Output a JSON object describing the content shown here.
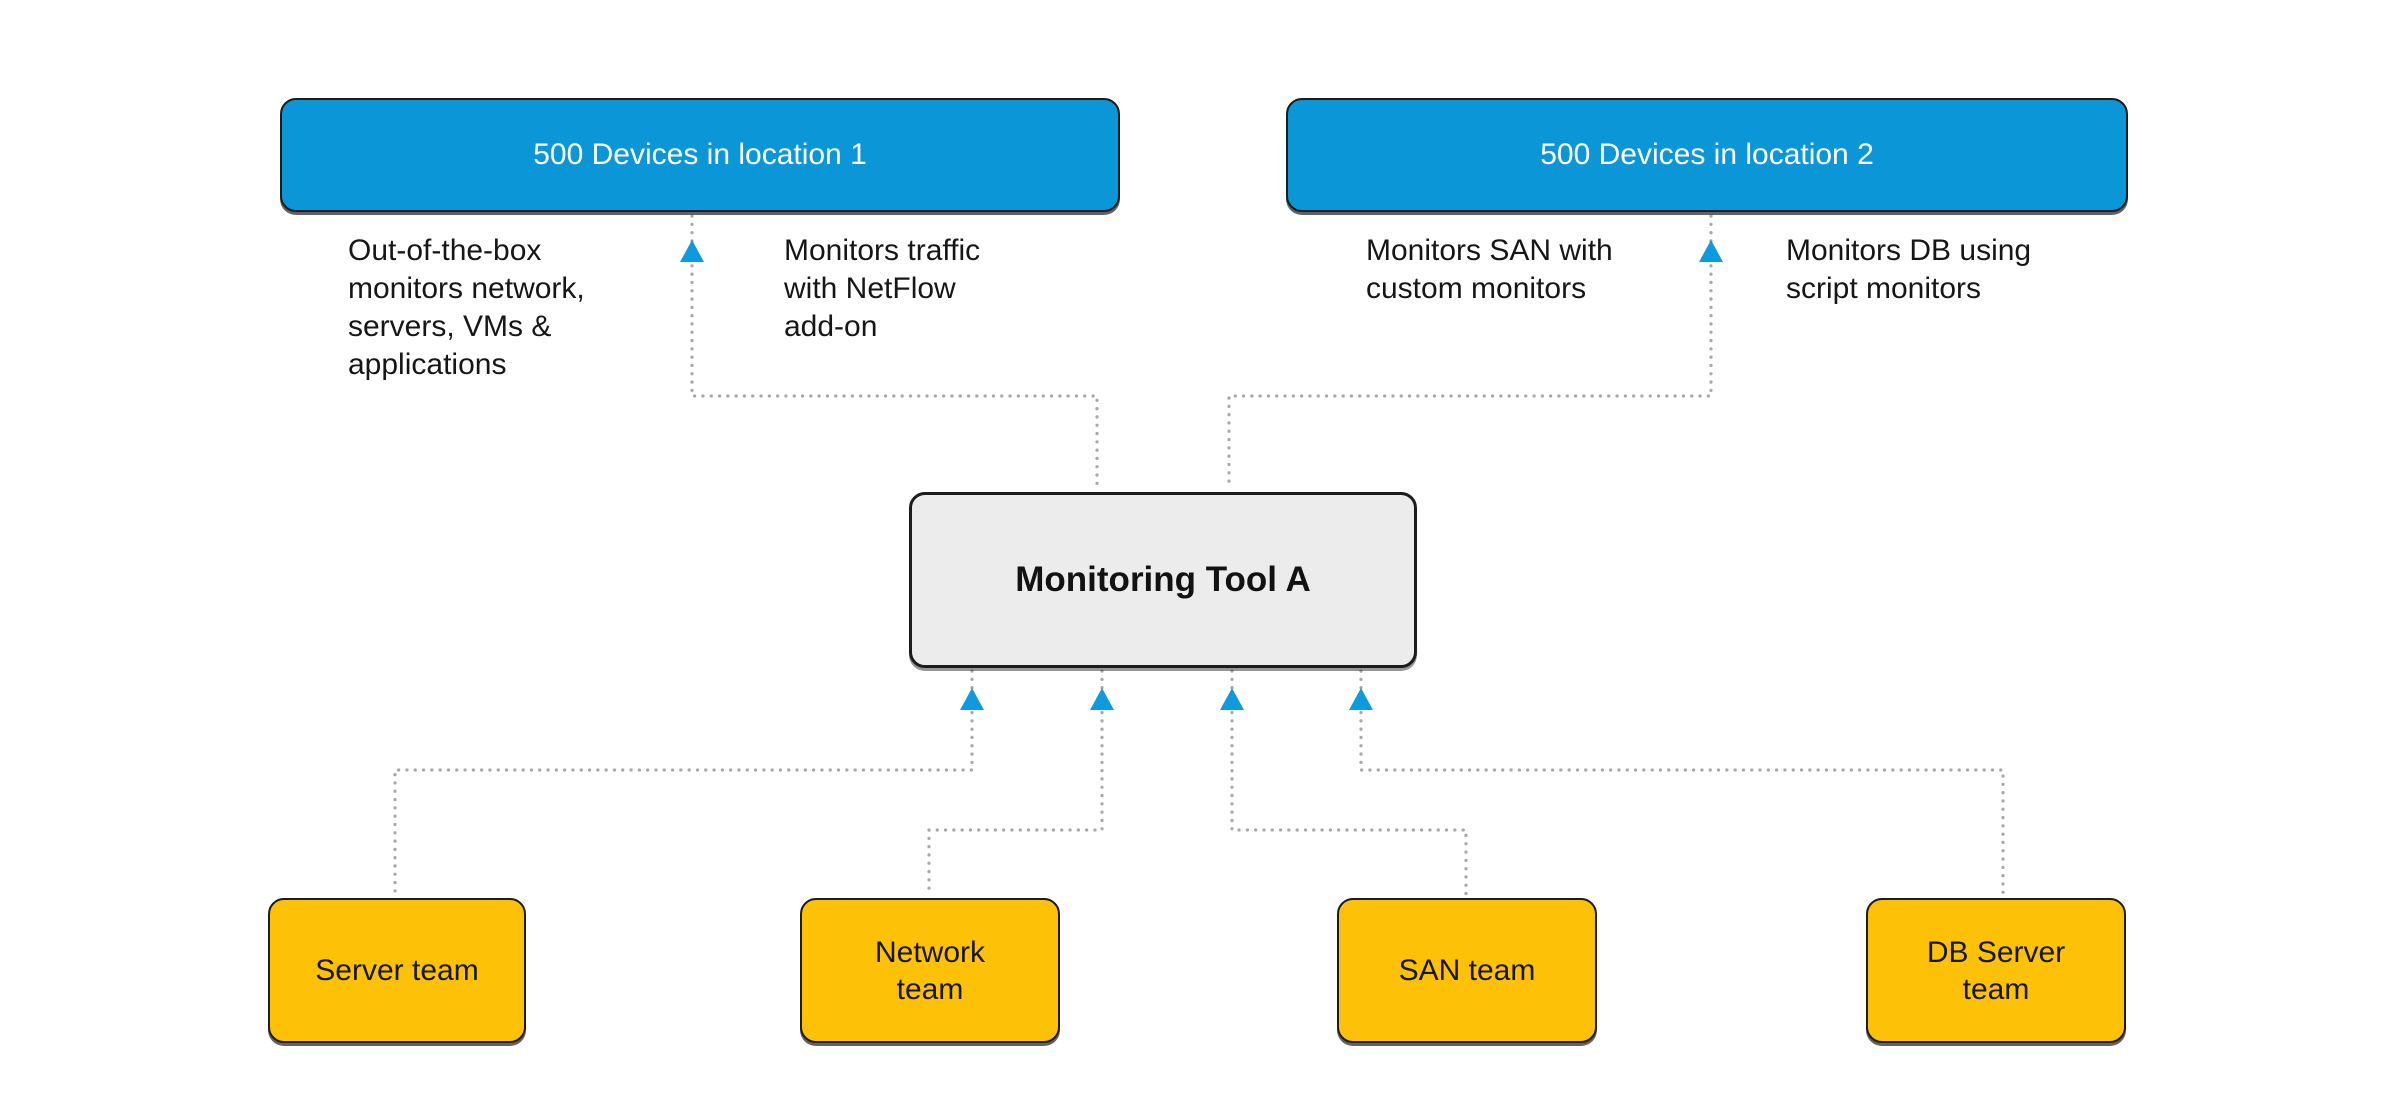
{
  "diagram": {
    "location_boxes": [
      {
        "label": "500 Devices in location 1"
      },
      {
        "label": "500 Devices in location 2"
      }
    ],
    "annotations": [
      {
        "text": "Out-of-the-box\nmonitors network,\nservers, VMs &\napplications"
      },
      {
        "text": "Monitors traffic\nwith NetFlow\nadd-on"
      },
      {
        "text": "Monitors SAN with\ncustom monitors"
      },
      {
        "text": "Monitors DB using\nscript monitors"
      }
    ],
    "center_box": {
      "label": "Monitoring Tool A"
    },
    "team_boxes": [
      {
        "label": "Server team"
      },
      {
        "label": "Network\nteam"
      },
      {
        "label": "SAN team"
      },
      {
        "label": "DB Server\nteam"
      }
    ],
    "colors": {
      "location_fill": "#0b96d8",
      "team_fill": "#fdc208",
      "center_fill": "#ececec",
      "connector": "#a8a8a8",
      "arrow": "#0d9ade",
      "outline": "#1c1c1c"
    }
  }
}
